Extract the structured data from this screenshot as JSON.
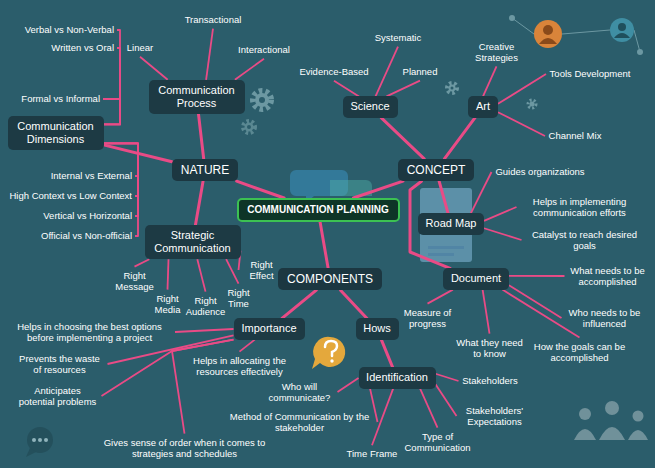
{
  "diagram": {
    "nodes": [
      {
        "text": [
          "COMMUNICATION PLANNING"
        ]
      },
      {
        "text": [
          "NATURE"
        ]
      },
      {
        "text": [
          "CONCEPT"
        ]
      },
      {
        "text": [
          "COMPONENTS"
        ]
      },
      {
        "text": [
          "Communication Process"
        ]
      },
      {
        "text": [
          "Communication Dimensions"
        ]
      },
      {
        "text": [
          "Strategic Communication"
        ]
      },
      {
        "text": [
          "Science"
        ]
      },
      {
        "text": [
          "Art"
        ]
      },
      {
        "text": [
          "Road Map"
        ]
      },
      {
        "text": [
          "Document"
        ]
      },
      {
        "text": [
          "Importance"
        ]
      },
      {
        "text": [
          "Hows"
        ]
      },
      {
        "text": [
          "Identification"
        ]
      }
    ],
    "edges": [
      {
        "from": 0,
        "to": 1,
        "arrow": "none"
      },
      {
        "from": 0,
        "to": 2,
        "arrow": "none"
      },
      {
        "from": 0,
        "to": 3,
        "arrow": "none"
      },
      {
        "from": 1,
        "to": 4,
        "arrow": "none"
      },
      {
        "from": 1,
        "to": 5,
        "arrow": "none"
      },
      {
        "from": 1,
        "to": 6,
        "arrow": "none"
      },
      {
        "from": 2,
        "to": 7,
        "arrow": "none"
      },
      {
        "from": 2,
        "to": 8,
        "arrow": "none"
      },
      {
        "from": 2,
        "to": 9,
        "arrow": "none"
      },
      {
        "from": 2,
        "to": 10,
        "arrow": "none"
      },
      {
        "from": 3,
        "to": 11,
        "arrow": "none"
      },
      {
        "from": 3,
        "to": 12,
        "arrow": "none"
      },
      {
        "from": 12,
        "to": 13,
        "arrow": "none"
      }
    ],
    "labels": [
      "Transactional",
      "Linear",
      "Interactional",
      "Verbal vs Non-Verbal",
      "Written vs Oral",
      "Formal vs Informal",
      "Internal vs External",
      "High Context vs Low Context",
      "Vertical vs Horizontal",
      "Official vs Non-official",
      "Right Message",
      "Right Media",
      "Right Audience",
      "Right Time",
      "Right Effect",
      "Systematic",
      "Evidence-Based",
      "Planned",
      "Creative Strategies",
      "Tools Development",
      "Channel Mix",
      "Guides organizations",
      "Helps in implementing communication efforts",
      "Catalyst to reach desired goals",
      "What needs to be accomplished",
      "Who needs to be influenced",
      "How the goals can be accomplished",
      "What they need to know",
      "Measure of progress",
      "Helps in choosing the best options before implementing a project",
      "Prevents the waste of resources",
      "Helps in allocating the resources effectively",
      "Anticipates potential problems",
      "Gives sense of order when it comes to strategies and schedules",
      "Who will communicate?",
      "Method of Communication by the stakeholder",
      "Time Frame",
      "Type of Communication",
      "Stakeholders",
      "Stakeholders' Expectations"
    ]
  }
}
